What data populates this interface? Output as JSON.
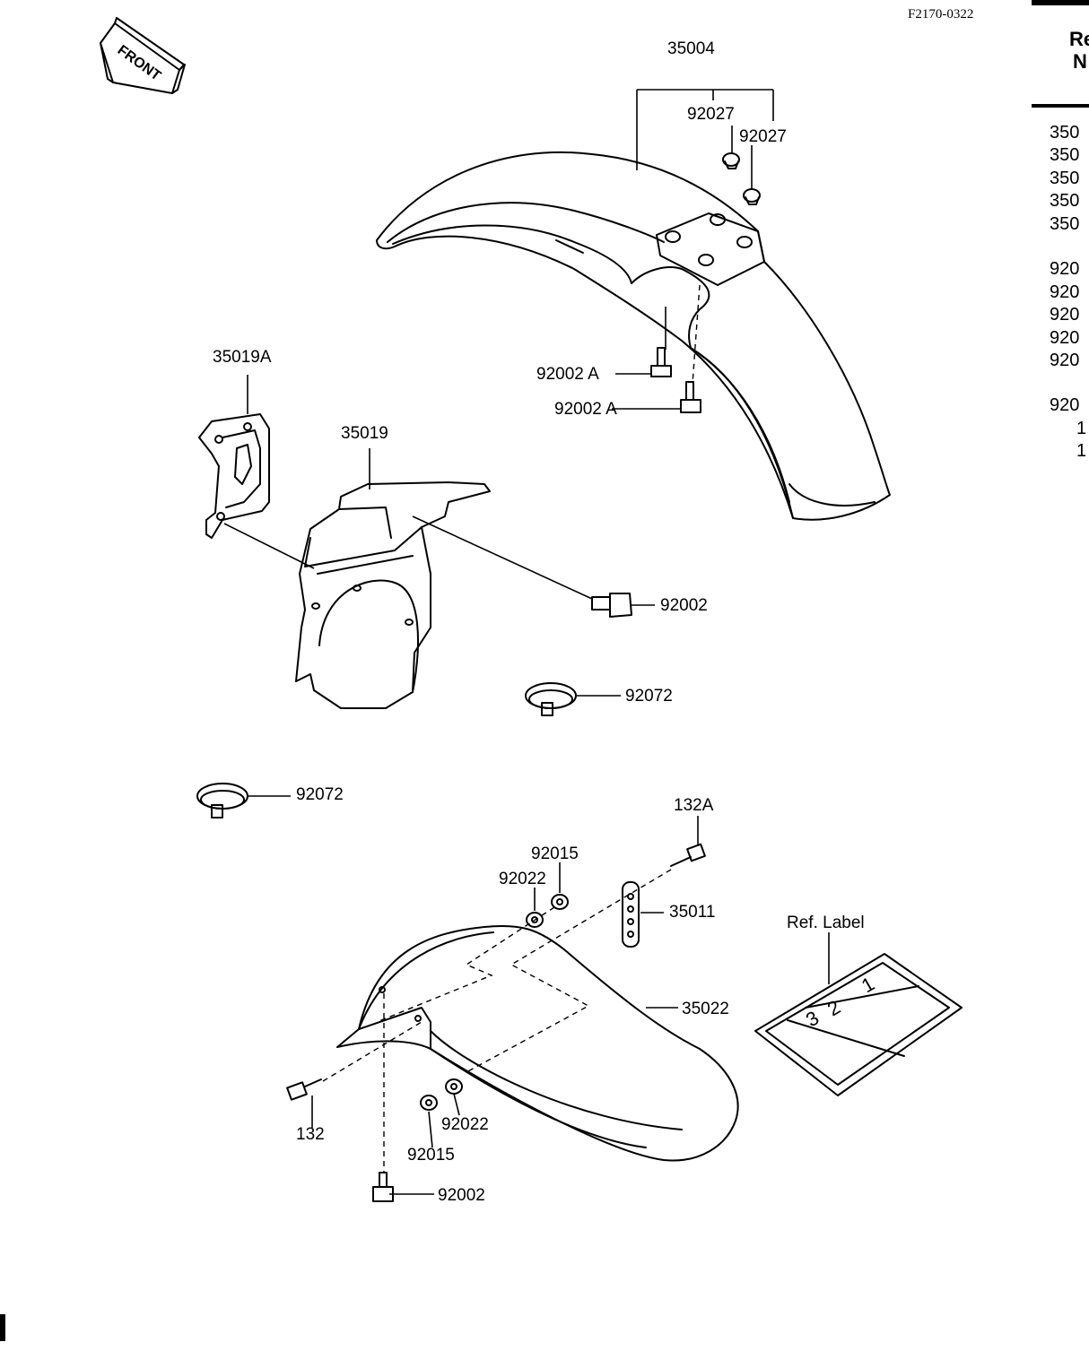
{
  "figure_code": "F2170-0322",
  "front_tag": "FRONT",
  "header_right": [
    "Re",
    "N"
  ],
  "column_right": [
    "350",
    "350",
    "350",
    "350",
    "350",
    "920",
    "920",
    "920",
    "920",
    "920",
    "920",
    "1",
    "1"
  ],
  "callouts": {
    "p35004": "35004",
    "p92027a": "92027",
    "p92027b": "92027",
    "p35019A": "35019A",
    "p35019": "35019",
    "p92002Aa": "92002 A",
    "p92002Ab": "92002 A",
    "p92002a": "92002",
    "p92072a": "92072",
    "p92072b": "92072",
    "p132A": "132A",
    "p92015a": "92015",
    "p92022a": "92022",
    "p35011": "35011",
    "ref_label": "Ref. Label",
    "p35022": "35022",
    "p132": "132",
    "p92022b": "92022",
    "p92015b": "92015",
    "p92002b": "92002"
  },
  "label_sticker": [
    "3",
    "2",
    "1"
  ]
}
